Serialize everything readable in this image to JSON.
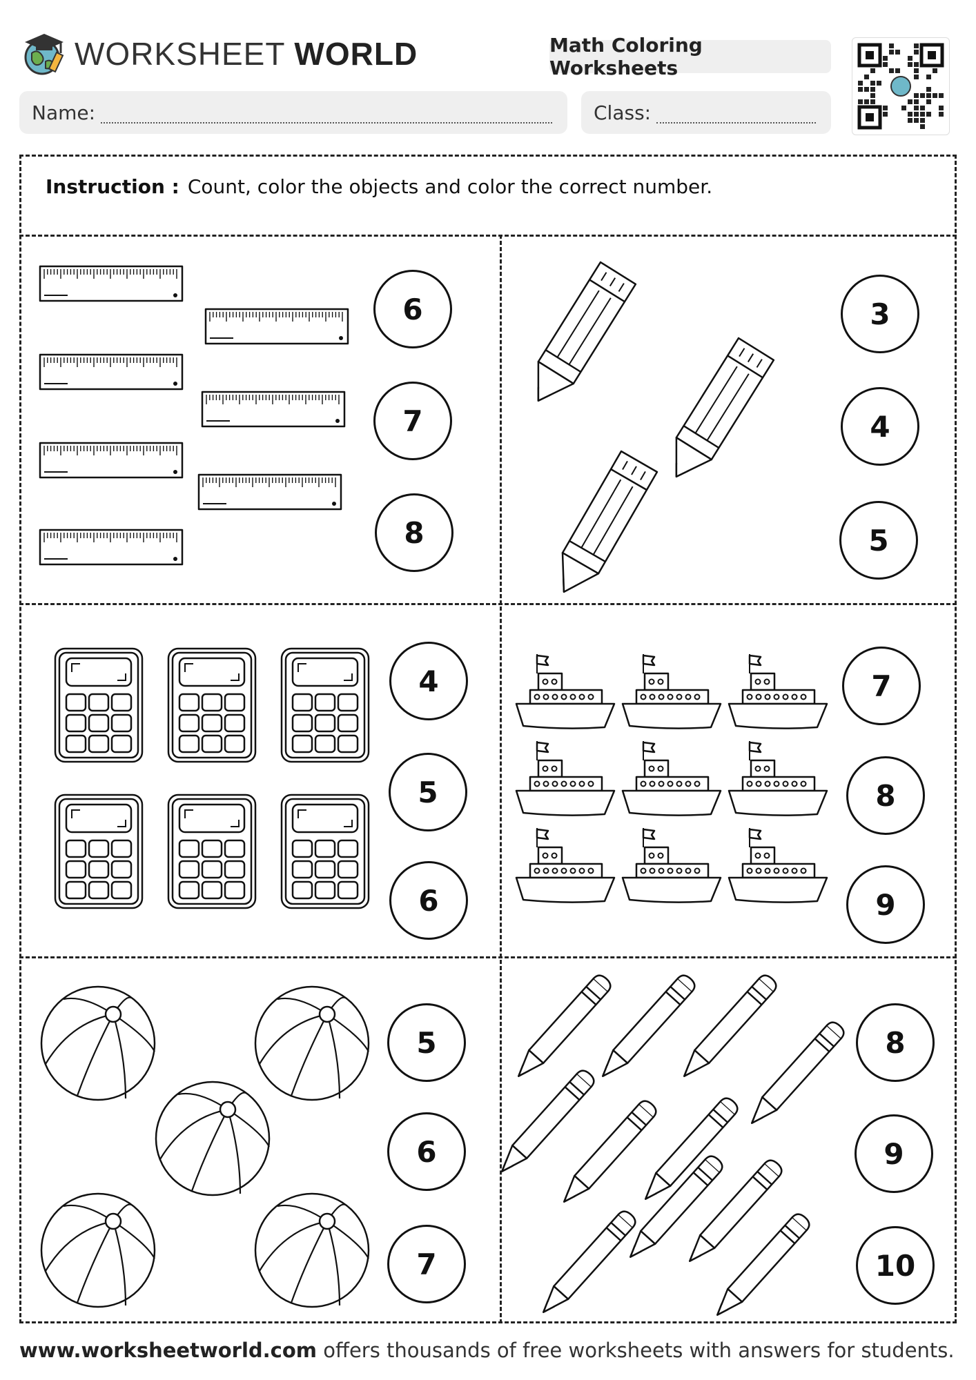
{
  "header": {
    "brand_light": "WORKSHEET",
    "brand_bold": "WORLD",
    "tag": "Math Coloring Worksheets",
    "name_label": "Name:",
    "class_label": "Class:"
  },
  "instruction": {
    "label": "Instruction :",
    "text": "Count, color the objects and color the correct number."
  },
  "panels": [
    {
      "object": "ruler-icon",
      "count": 7,
      "options": [
        "6",
        "7",
        "8"
      ]
    },
    {
      "object": "crayon-icon",
      "count": 3,
      "options": [
        "3",
        "4",
        "5"
      ]
    },
    {
      "object": "calculator-icon",
      "count": 6,
      "options": [
        "4",
        "5",
        "6"
      ]
    },
    {
      "object": "ship-icon",
      "count": 9,
      "options": [
        "7",
        "8",
        "9"
      ]
    },
    {
      "object": "beach-ball-icon",
      "count": 5,
      "options": [
        "5",
        "6",
        "7"
      ]
    },
    {
      "object": "pencil-icon",
      "count": 11,
      "options": [
        "8",
        "9",
        "10"
      ]
    }
  ],
  "footer": {
    "url": "www.worksheetworld.com",
    "text": " offers thousands of free worksheets with answers for students."
  }
}
